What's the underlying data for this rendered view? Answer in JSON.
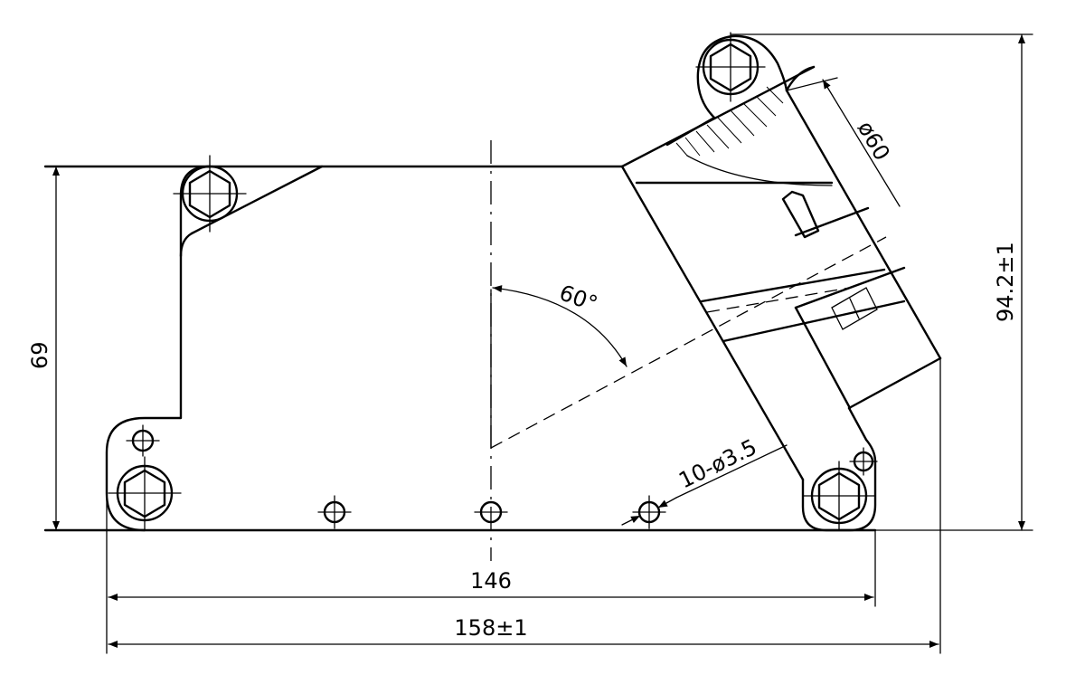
{
  "drawing": {
    "dimensions": {
      "width_inner": "146",
      "width_overall": "158±1",
      "height_left": "69",
      "height_right": "94.2±1",
      "bore_diameter": "ø60",
      "angle": "60°",
      "holes": "10-ø3.5"
    }
  }
}
